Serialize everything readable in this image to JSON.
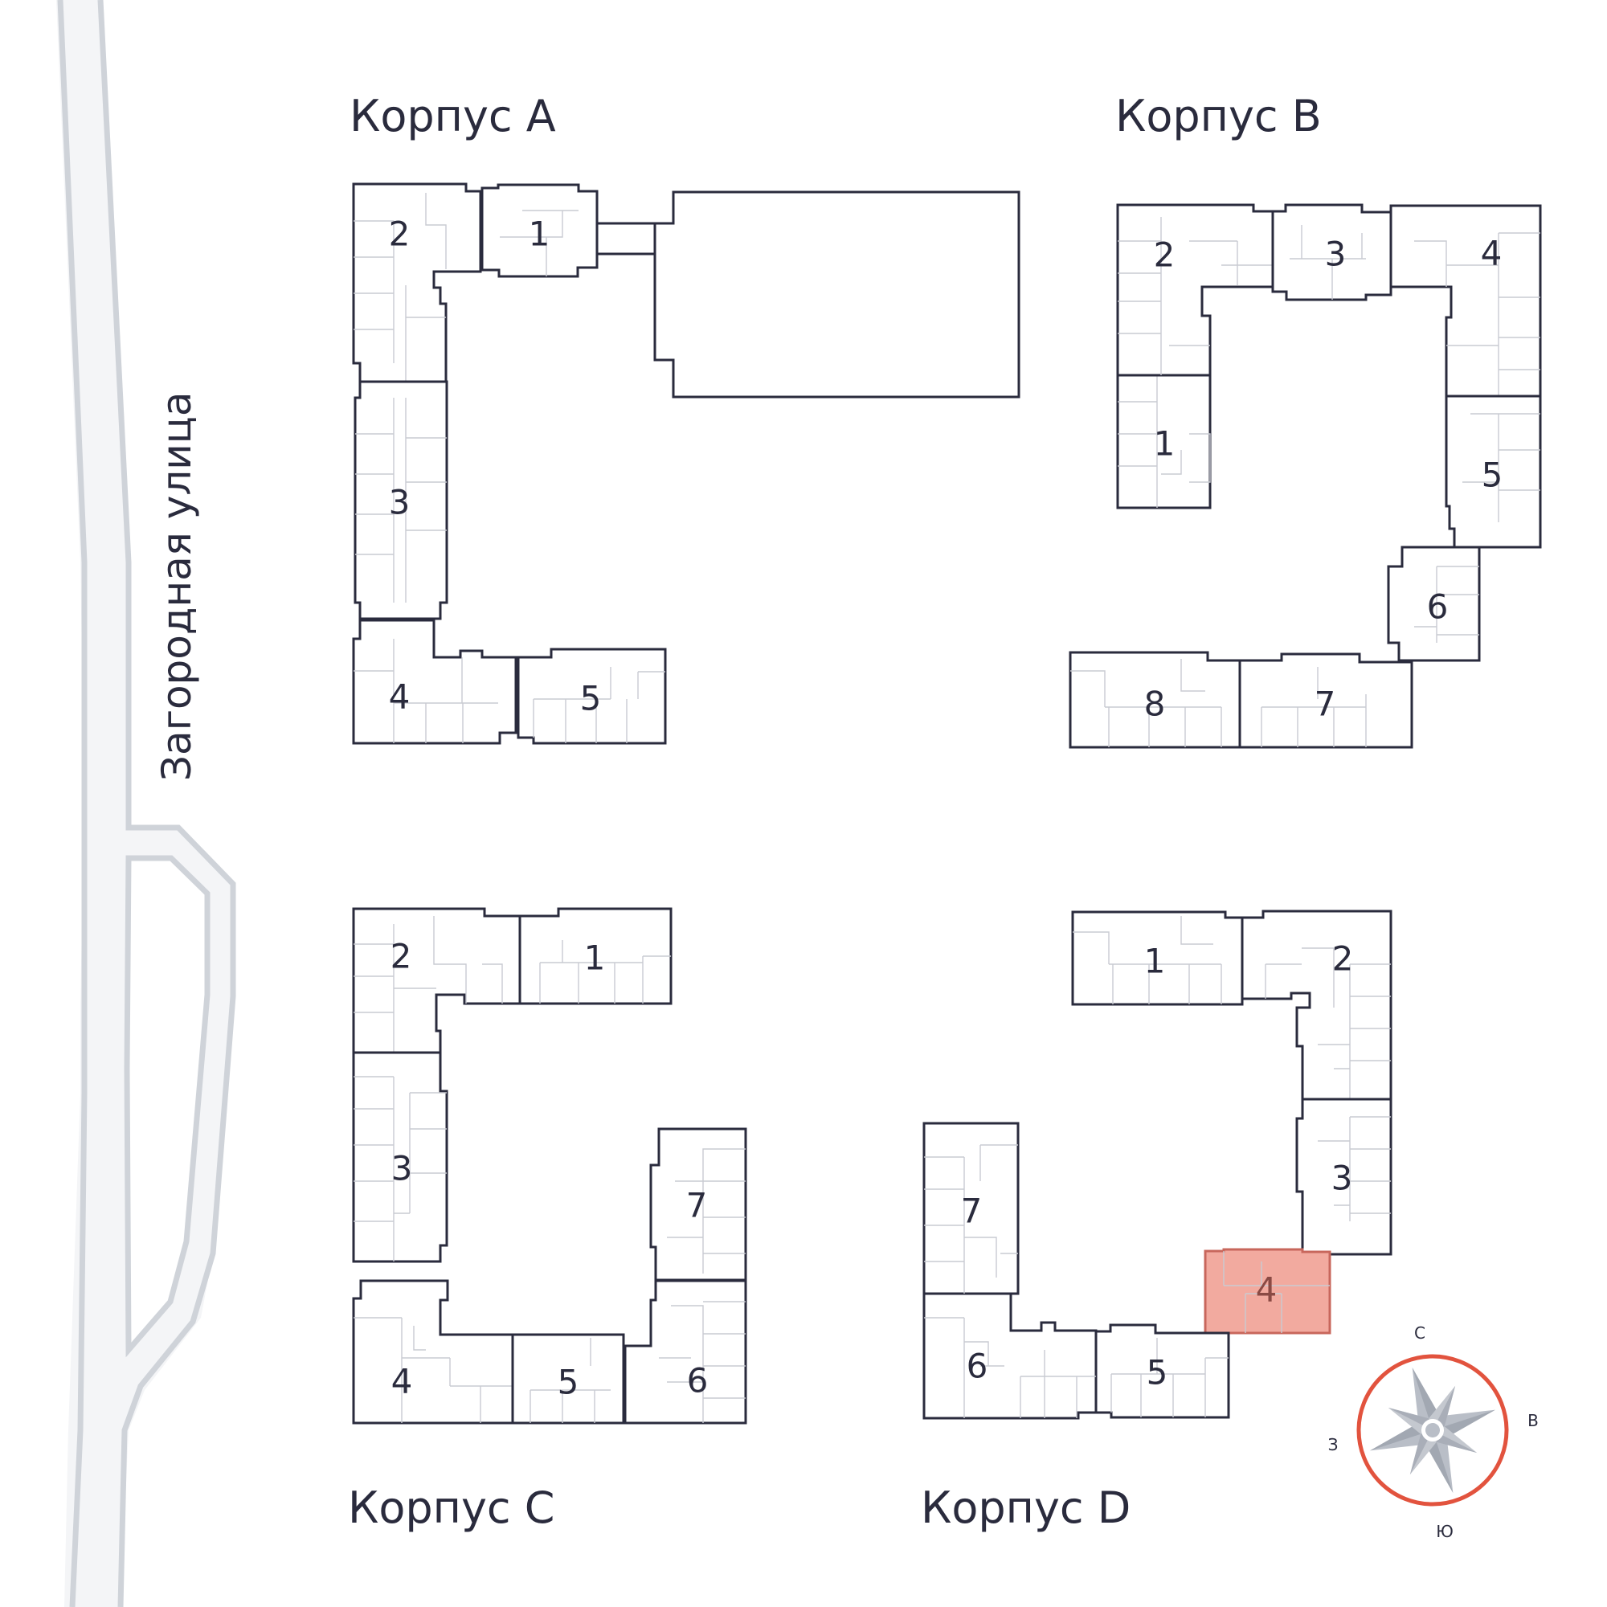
{
  "street": {
    "name": "Загородная улица"
  },
  "compass": {
    "north": "С",
    "east": "В",
    "south": "Ю",
    "west": "З"
  },
  "highlight": {
    "building": "D",
    "section": "4"
  },
  "colors": {
    "highlight_fill": "#f2aa9f",
    "highlight_stroke": "#c8675c",
    "compass_ring": "#e2533e",
    "ink": "#2a2b3d",
    "road": "#f4f5f7",
    "road_edge": "#cfd3d9"
  },
  "buildings": [
    {
      "id": "A",
      "label": "Корпус A",
      "sections": [
        "1",
        "2",
        "3",
        "4",
        "5"
      ]
    },
    {
      "id": "B",
      "label": "Корпус B",
      "sections": [
        "1",
        "2",
        "3",
        "4",
        "5",
        "6",
        "7",
        "8"
      ]
    },
    {
      "id": "C",
      "label": "Корпус C",
      "sections": [
        "1",
        "2",
        "3",
        "4",
        "5",
        "6",
        "7"
      ]
    },
    {
      "id": "D",
      "label": "Корпус D",
      "sections": [
        "1",
        "2",
        "3",
        "4",
        "5",
        "6",
        "7"
      ]
    }
  ]
}
